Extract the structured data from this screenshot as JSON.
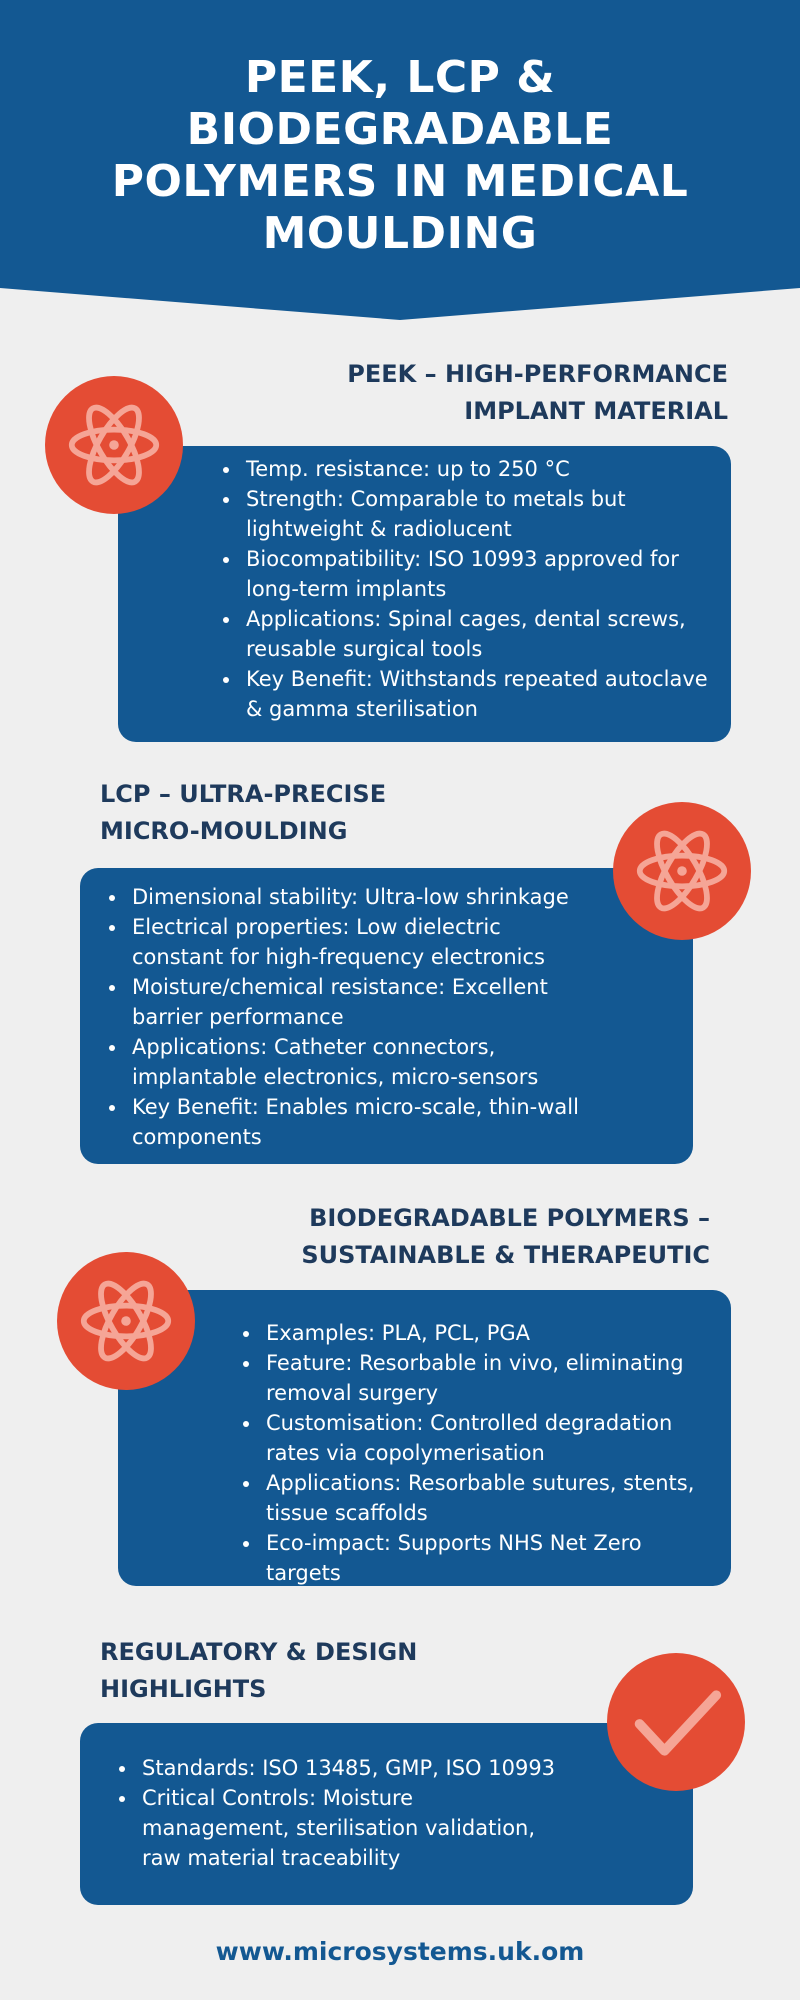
{
  "header": {
    "title": "PEEK, LCP & BIODEGRADABLE POLYMERS IN MEDICAL MOULDING"
  },
  "sections": [
    {
      "title": "PEEK – HIGH-PERFORMANCE IMPLANT MATERIAL",
      "icon": "atom-icon",
      "items": [
        "Temp. resistance: up to 250 °C",
        "Strength: Comparable to metals but lightweight & radiolucent",
        "Biocompatibility: ISO 10993 approved for long-term implants",
        "Applications: Spinal cages, dental screws, reusable surgical tools",
        "Key Benefit: Withstands repeated autoclave & gamma sterilisation"
      ]
    },
    {
      "title": "LCP – ULTRA-PRECISE MICRO-MOULDING",
      "icon": "atom-icon",
      "items": [
        "Dimensional stability: Ultra-low shrinkage",
        "Electrical properties: Low dielectric constant for high-frequency electronics",
        "Moisture/chemical resistance: Excellent barrier performance",
        "Applications: Catheter connectors, implantable electronics, micro-sensors",
        "Key Benefit: Enables micro-scale, thin-wall components"
      ]
    },
    {
      "title": "BIODEGRADABLE POLYMERS – SUSTAINABLE & THERAPEUTIC",
      "icon": "atom-icon",
      "items": [
        "Examples: PLA, PCL, PGA",
        "Feature: Resorbable in vivo, eliminating removal surgery",
        "Customisation: Controlled degradation rates via copolymerisation",
        "Applications: Resorbable sutures, stents, tissue scaffolds",
        "Eco-impact: Supports NHS Net Zero targets"
      ]
    },
    {
      "title": "REGULATORY & DESIGN HIGHLIGHTS",
      "icon": "checkmark-icon",
      "items": [
        "Standards: ISO 13485, GMP, ISO 10993",
        "Critical Controls: Moisture management, sterilisation validation, raw material traceability"
      ]
    }
  ],
  "footer": {
    "url": "www.microsystems.uk.om"
  },
  "colors": {
    "primary_blue": "#135892",
    "accent_red": "#e44c34",
    "icon_pink": "#f5a596",
    "heading_navy": "#1e3a5c",
    "background": "#efefef"
  }
}
